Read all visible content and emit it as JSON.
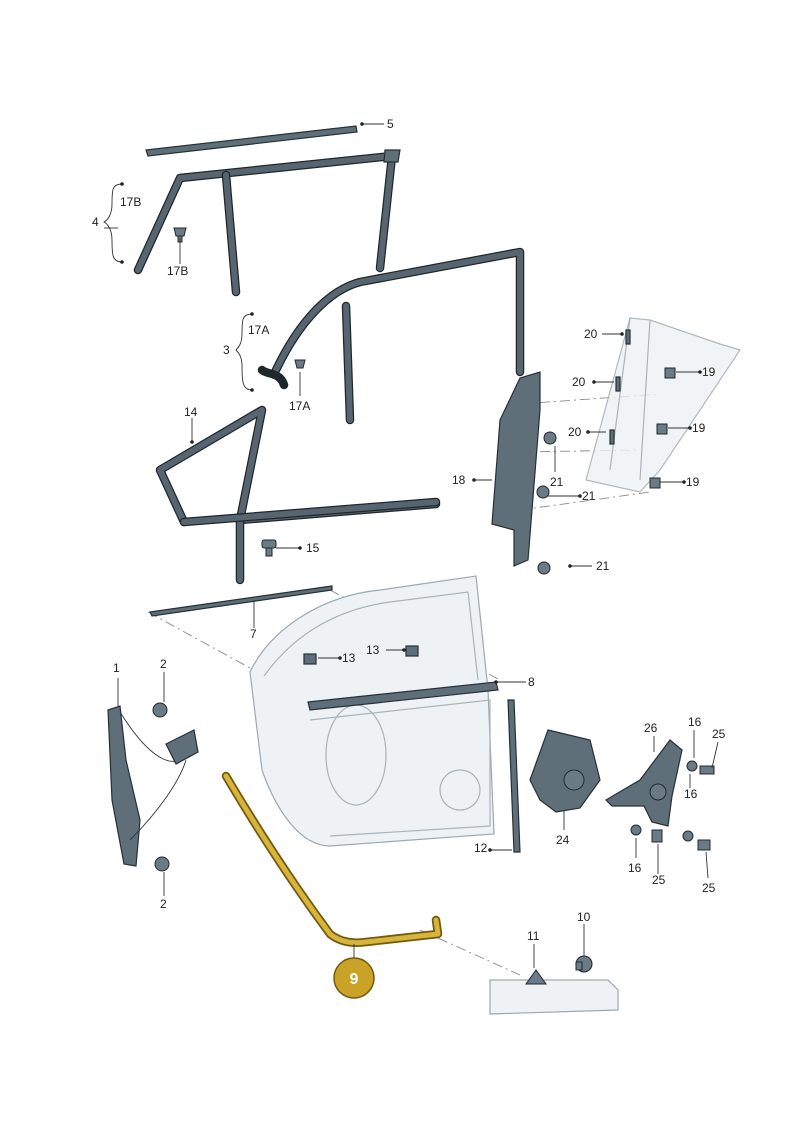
{
  "labels": {
    "l1": "1",
    "l2a": "2",
    "l2b": "2",
    "l3": "3",
    "l4": "4",
    "l5": "5",
    "l7": "7",
    "l8": "8",
    "l9": "9",
    "l10": "10",
    "l11": "11",
    "l12": "12",
    "l13a": "13",
    "l13b": "13",
    "l14": "14",
    "l15": "15",
    "l16a": "16",
    "l16b": "16",
    "l16c": "16",
    "l17A_a": "17A",
    "l17A_b": "17A",
    "l17B_a": "17B",
    "l17B_b": "17B",
    "l18": "18",
    "l19a": "19",
    "l19b": "19",
    "l19c": "19",
    "l20a": "20",
    "l20b": "20",
    "l20c": "20",
    "l21a": "21",
    "l21b": "21",
    "l21c": "21",
    "l24": "24",
    "l25a": "25",
    "l25b": "25",
    "l25c": "25",
    "l26": "26"
  },
  "colors": {
    "part_fill": "#5e6f7a",
    "part_outline": "#263036",
    "ghost_fill": "#eef2f5",
    "highlight_fill": "#c9a227",
    "highlight_border": "#6f5a10",
    "highlight_text": "#ffffff"
  },
  "highlighted_part": "9"
}
